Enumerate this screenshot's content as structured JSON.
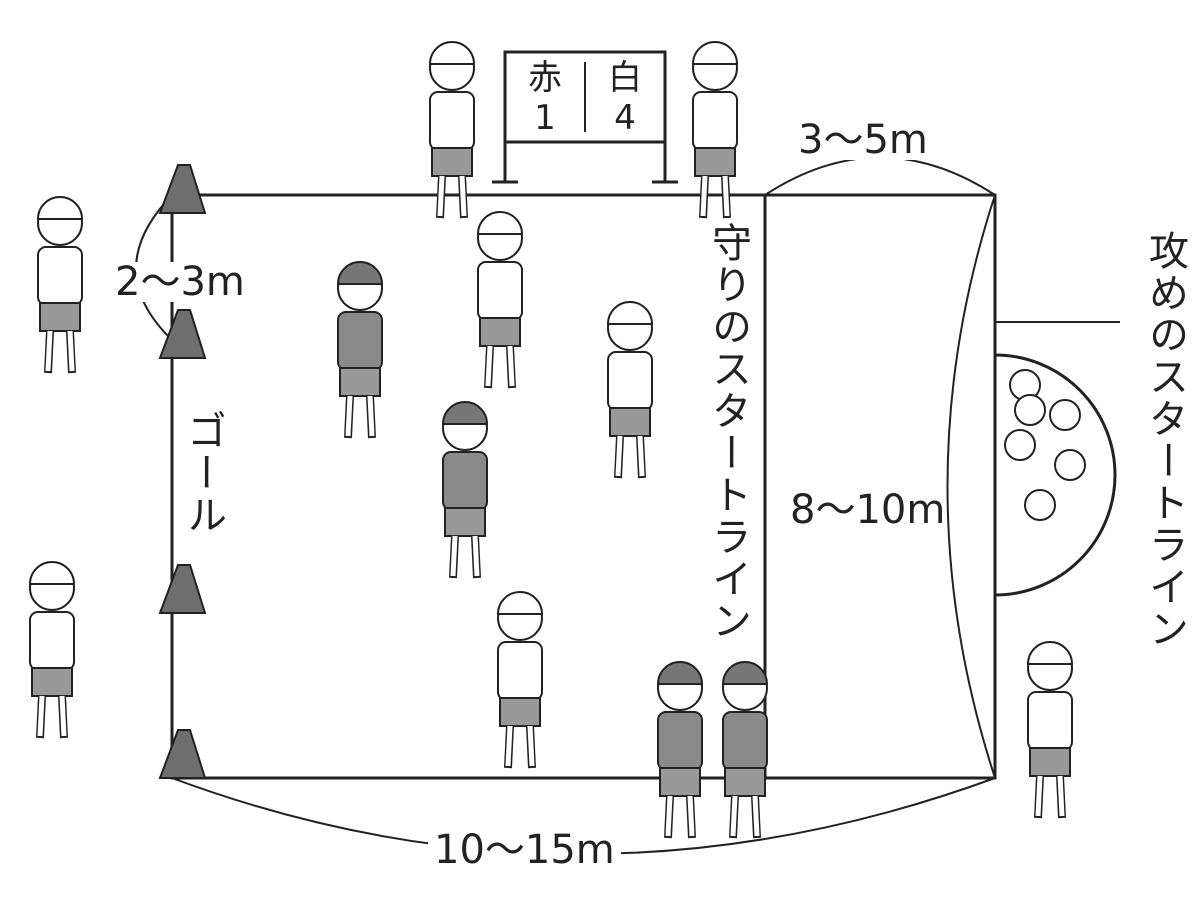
{
  "scoreboard": {
    "red_label": "赤",
    "red_score": "1",
    "white_label": "白",
    "white_score": "4"
  },
  "labels": {
    "attack_zone_depth": "3〜5m",
    "goal_width": "2〜3m",
    "goal": "ゴール",
    "defense_start_line": "守りのスタートライン",
    "field_width": "8〜10m",
    "attack_start_line": "攻めのスタートライン",
    "field_length": "10〜15m"
  },
  "colors": {
    "line": "#222222",
    "cone": "#6e6e6e",
    "red_team_shirt": "#8a8a8a",
    "white_team_shirt": "#ffffff"
  }
}
